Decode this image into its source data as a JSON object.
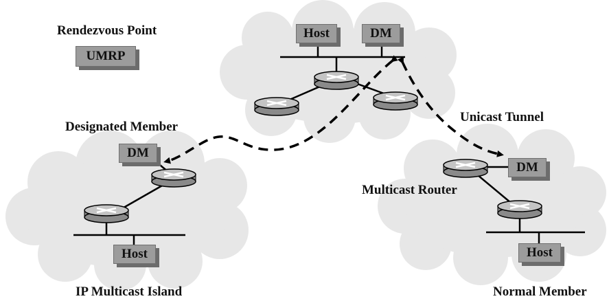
{
  "labels": {
    "rendezvous_point": "Rendezvous Point",
    "designated_member": "Designated Member",
    "unicast_tunnel": "Unicast Tunnel",
    "multicast_router": "Multicast Router",
    "ip_multicast_island": "IP Multicast Island",
    "normal_member": "Normal Member"
  },
  "boxes": {
    "umrp": "UMRP",
    "top_host": "Host",
    "top_dm": "DM",
    "left_dm": "DM",
    "left_host": "Host",
    "right_dm": "DM",
    "right_host": "Host"
  },
  "colors": {
    "cloud_fill": "#e7e7e7",
    "box_fill": "#9c9c9c",
    "box_shadow": "#6c6c6c",
    "router_fill": "#b5b5b5",
    "line": "#000000"
  }
}
